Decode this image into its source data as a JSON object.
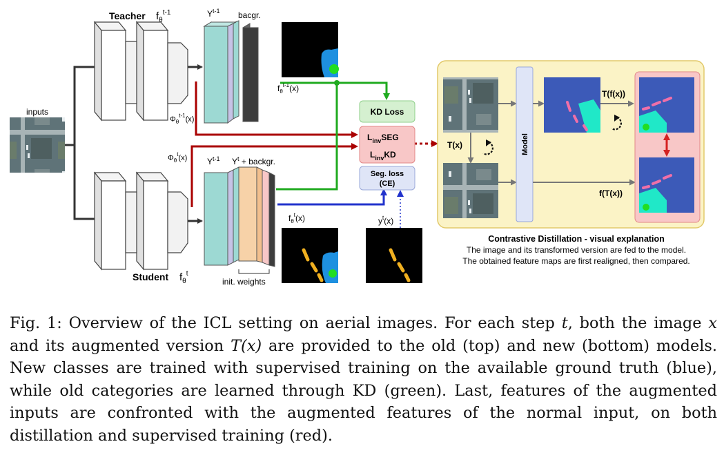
{
  "figure": {
    "inputs_label": "inputs",
    "teacher": {
      "label": "Teacher",
      "func": "f",
      "sub": "θ",
      "sup": "t-1"
    },
    "student": {
      "label": "Student",
      "func": "f",
      "sub": "θ",
      "sup": "t"
    },
    "teacher_out": {
      "y": "Y",
      "y_sup": "t-1",
      "bg": "bacgr."
    },
    "student_out": {
      "y1": "Y",
      "y1_sup": "t-1",
      "y2": "Y",
      "y2_sup": "t",
      "y2_rest": "+ backgr."
    },
    "init_weights": "init. weights",
    "phi_teacher": {
      "sym": "Φ",
      "sub": "θ",
      "sup": "t-1",
      "arg": "(x)"
    },
    "phi_student": {
      "sym": "Φ",
      "sub": "θ",
      "sup": "t",
      "arg": "(x)"
    },
    "f_teacher_out": {
      "sym": "f",
      "sub": "θ",
      "sup": "t-1",
      "arg": "(x)"
    },
    "f_student_out": {
      "sym": "f",
      "sub": "θ",
      "sup": "t",
      "arg": "(x)"
    },
    "y_gt": {
      "sym": "y",
      "sup": "t",
      "arg": "(x)"
    },
    "kd_loss": "KD Loss",
    "linv_seg": {
      "L": "L",
      "sub": "inv",
      "rest": "SEG"
    },
    "linv_kd": {
      "L": "L",
      "sub": "inv",
      "rest": "KD"
    },
    "seg_loss_1": "Seg. loss",
    "seg_loss_2": "(CE)",
    "tx_label": "T(x)",
    "model_label": "Model",
    "tfx_label": "T(f(x))",
    "ftx_label": "f(T(x))",
    "panel_title": "Contrastive Distillation - visual explanation",
    "panel_line1": "The image and its transformed version are fed to the model.",
    "panel_line2": "The obtained feature maps are first realigned, then compared."
  },
  "caption": {
    "prefix": "Fig. 1: Overview of the ICL setting on aerial images. For each step ",
    "t": "t",
    "part2": ", both the image ",
    "x": "x",
    "part3": " and its augmented version ",
    "Tx": "T(x)",
    "part4": " are provided to the old (top) and new (bottom) models. New classes are trained with supervised training on the available ground truth (blue), while old categories are learned through KD (green). Last, features of the augmented inputs are confronted with the augmented features of the normal input, on both distillation and supervised training (red)."
  },
  "colors": {
    "green": "#1faa1f",
    "red": "#aa0000",
    "blue": "#2233cc",
    "panel_bg": "#fbf3c6",
    "panel_border": "#e2c96a",
    "kd_box": "#d5f0d0",
    "linv_box": "#f8c7c7",
    "seg_box": "#dfe5f7",
    "teal": "#9dd9d3",
    "lavender": "#c6c3e6",
    "peach": "#f7d2a8"
  }
}
